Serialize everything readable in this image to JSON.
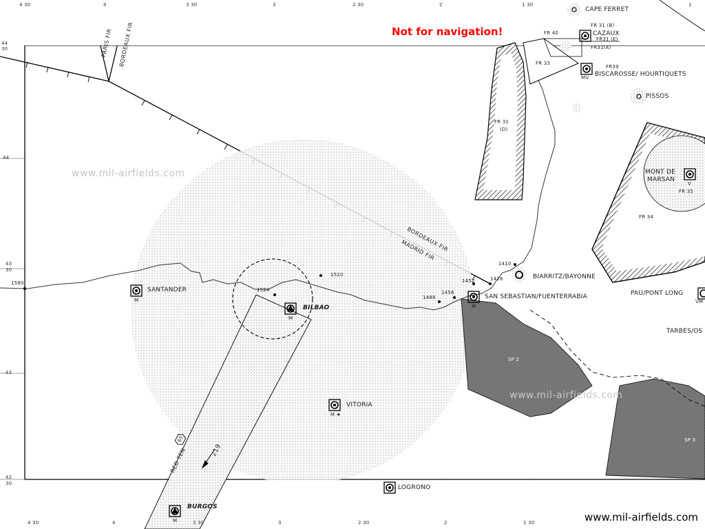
{
  "notice": "Not for navigation!",
  "watermarks": {
    "left": "www.mil-airfields.com",
    "center": "www.mil-airfields.com",
    "corner": "www.mil-airfields.com"
  },
  "fir_labels": {
    "paris": "PARIS FIR",
    "bordeaux_top": "BORDEAUX FIR",
    "bordeaux": "BORDEAUX FIR",
    "madrid": "MADRID FIR"
  },
  "airfields": {
    "cape_ferret": "CAPE FERRET",
    "cazaux": "CAZAUX",
    "biscarosse": "BISCAROSSE/ HOURTIQUETS",
    "pissos": "PISSOS",
    "mont_de_marsan_1": "MONT DE",
    "mont_de_marsan_2": "MARSAN",
    "biarritz": "BIARRITZ/BAYONNE",
    "pau": "PAU/PONT LONG",
    "tarbes": "TARBES/OS",
    "san_sebastian": "SAN SEBASTIAN/FUENTERRABIA",
    "santander": "SANTANDER",
    "bilbao": "BILBAO",
    "vitoria": "VITORIA",
    "logrono": "LOGRONO",
    "burgos": "BURGOS"
  },
  "zones": {
    "fr31b": "FR 31 (B)",
    "fr31e": "FR31 (E)",
    "fr31a": "FR31(A)",
    "fr40": "FR 40",
    "fr33": "FR 33",
    "fr39": "FR39",
    "fr31d_1": "FR 31",
    "fr31d_2": "(D)",
    "fr35": "FR 35",
    "fr34": "FR 34",
    "sp2": "SP 2",
    "sp3": "SP 3"
  },
  "elevations": {
    "e1580": "1580",
    "e1524": "1524",
    "e1520": "1520",
    "e1488": "1488",
    "e1456": "1456",
    "e1452": "1452",
    "e1426": "1426",
    "e1410": "1410"
  },
  "route": {
    "name": "RED TEN",
    "number": "65",
    "bearing": "219"
  },
  "coords": {
    "top_430": "4 30",
    "top_4": "4",
    "top_330": "3 30",
    "top_3": "3",
    "top_230": "2 30",
    "top_2": "2",
    "top_130": "1 30",
    "top_1": "1",
    "bot_430": "4 30",
    "bot_4": "4",
    "bot_330": "3 30",
    "bot_3": "3",
    "bot_230": "2 30",
    "bot_2": "2",
    "bot_130": "1 30",
    "lat_44": "44",
    "lat_4330a": "43",
    "lat_4330b": "30",
    "lat_43": "43",
    "lat_42a": "42",
    "lat_42b": "30",
    "lat_top_a": "44",
    "lat_top_b": "30",
    "lat_mid": "44",
    "lat_4": "43",
    "lat_3": "30"
  },
  "markers": {
    "mv": "MV",
    "m": "M",
    "v": "V",
    "vm": "VM",
    "m_star": "M ★"
  }
}
